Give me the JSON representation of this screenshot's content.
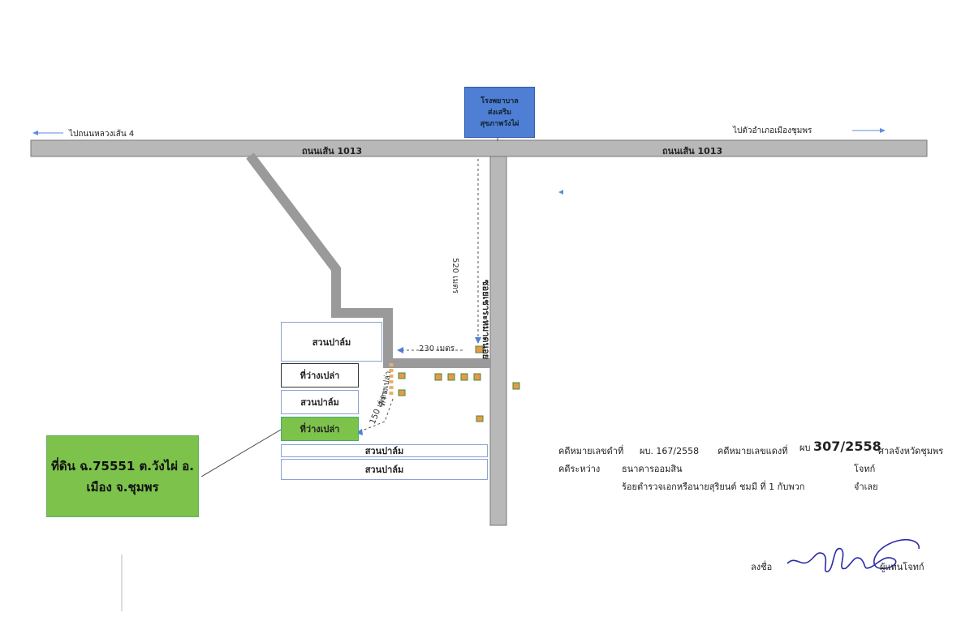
{
  "map": {
    "hospital": {
      "line1": "โรงพยาบาล",
      "line2": "ส่งเสริม",
      "line3": "สุขภาพวังไผ่"
    },
    "roads": {
      "main_left": "ถนนเส้น 1013",
      "main_right": "ถนนเส้น 1013",
      "vertical": "ซอยเชาระหมาดนอย"
    },
    "directions": {
      "left": "ไปถนนหลวงเส้น 4",
      "right": "ไปตัวอำเภอเมืองชุมพร"
    },
    "distances": {
      "d520": "520 เมตร",
      "d230": "230 เมตร",
      "d150": "150 เมตร",
      "vacant_road": "ที่ว่างเปล่า"
    },
    "plots": {
      "p1": "สวนปาล์ม",
      "p2": "ที่ว่างเปล่า",
      "p3": "สวนปาล์ม",
      "p4": "ที่ว่างเปล่า",
      "p5": "สวนปาล์ม",
      "p6": "สวนปาล์ม"
    },
    "callout": {
      "line1": "ที่ดิน ฉ.75551 ต.วังไผ่ อ.",
      "line2": "เมือง จ.ชุมพร"
    }
  },
  "case": {
    "black_label": "คดีหมายเลขดำที่",
    "black_value": "ผบ. 167/2558",
    "red_label": "คดีหมายเลขแดงที่",
    "red_prefix": "ผบ",
    "red_number": "307/2558",
    "court": "ศาลจังหวัดชุมพร",
    "between_label": "คดีระหว่าง",
    "plaintiff": "ธนาคารออมสิน",
    "plaintiff_role": "โจทก์",
    "defendant": "ร้อยตำรวจเอกหรือนายสุริยนต์ ชมมี ที่ 1 กับพวก",
    "defendant_role": "จำเลย"
  },
  "signature": {
    "sign_label": "ลงชื่อ",
    "role": "ผู้แทนโจทก์"
  }
}
